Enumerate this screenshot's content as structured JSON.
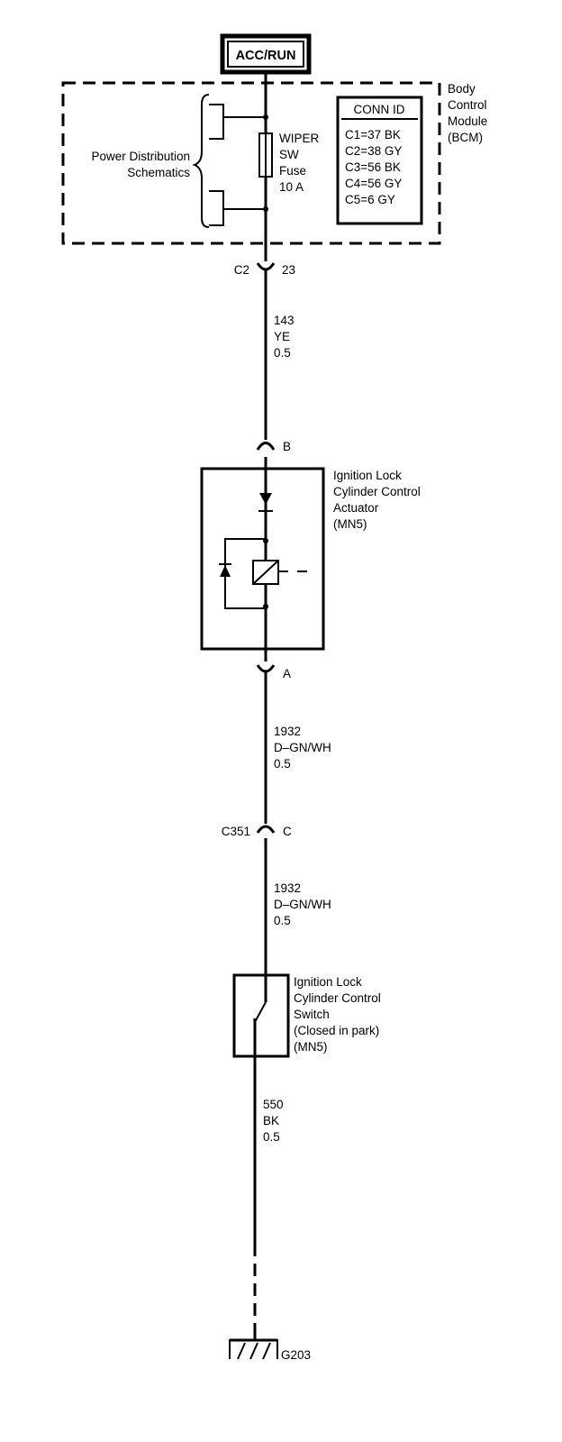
{
  "power_source": "ACC/RUN",
  "bcm": {
    "name_lines": [
      "Body",
      "Control",
      "Module",
      "(BCM)"
    ],
    "power_dist_lines": [
      "Power Distribution",
      "Schematics"
    ],
    "fuse_lines": [
      "WIPER",
      "SW",
      "Fuse",
      "10 A"
    ],
    "conn_table": {
      "header": "CONN ID",
      "rows": [
        "C1=37 BK",
        "C2=38 GY",
        "C3=56 BK",
        "C4=56 GY",
        "C5=6 GY"
      ]
    }
  },
  "connectors": {
    "c2": {
      "name": "C2",
      "pin": "23"
    },
    "b": {
      "pin": "B"
    },
    "a": {
      "pin": "A"
    },
    "c351": {
      "name": "C351",
      "pin": "C"
    }
  },
  "wires": [
    {
      "circuit": "143",
      "color": "YE",
      "size": "0.5"
    },
    {
      "circuit": "1932",
      "color": "D–GN/WH",
      "size": "0.5"
    },
    {
      "circuit": "1932",
      "color": "D–GN/WH",
      "size": "0.5"
    },
    {
      "circuit": "550",
      "color": "BK",
      "size": "0.5"
    }
  ],
  "actuator_lines": [
    "Ignition Lock",
    "Cylinder Control",
    "Actuator",
    "(MN5)"
  ],
  "switch_lines": [
    "Ignition Lock",
    "Cylinder Control",
    "Switch",
    "(Closed in park)",
    "(MN5)"
  ],
  "ground": "G203"
}
